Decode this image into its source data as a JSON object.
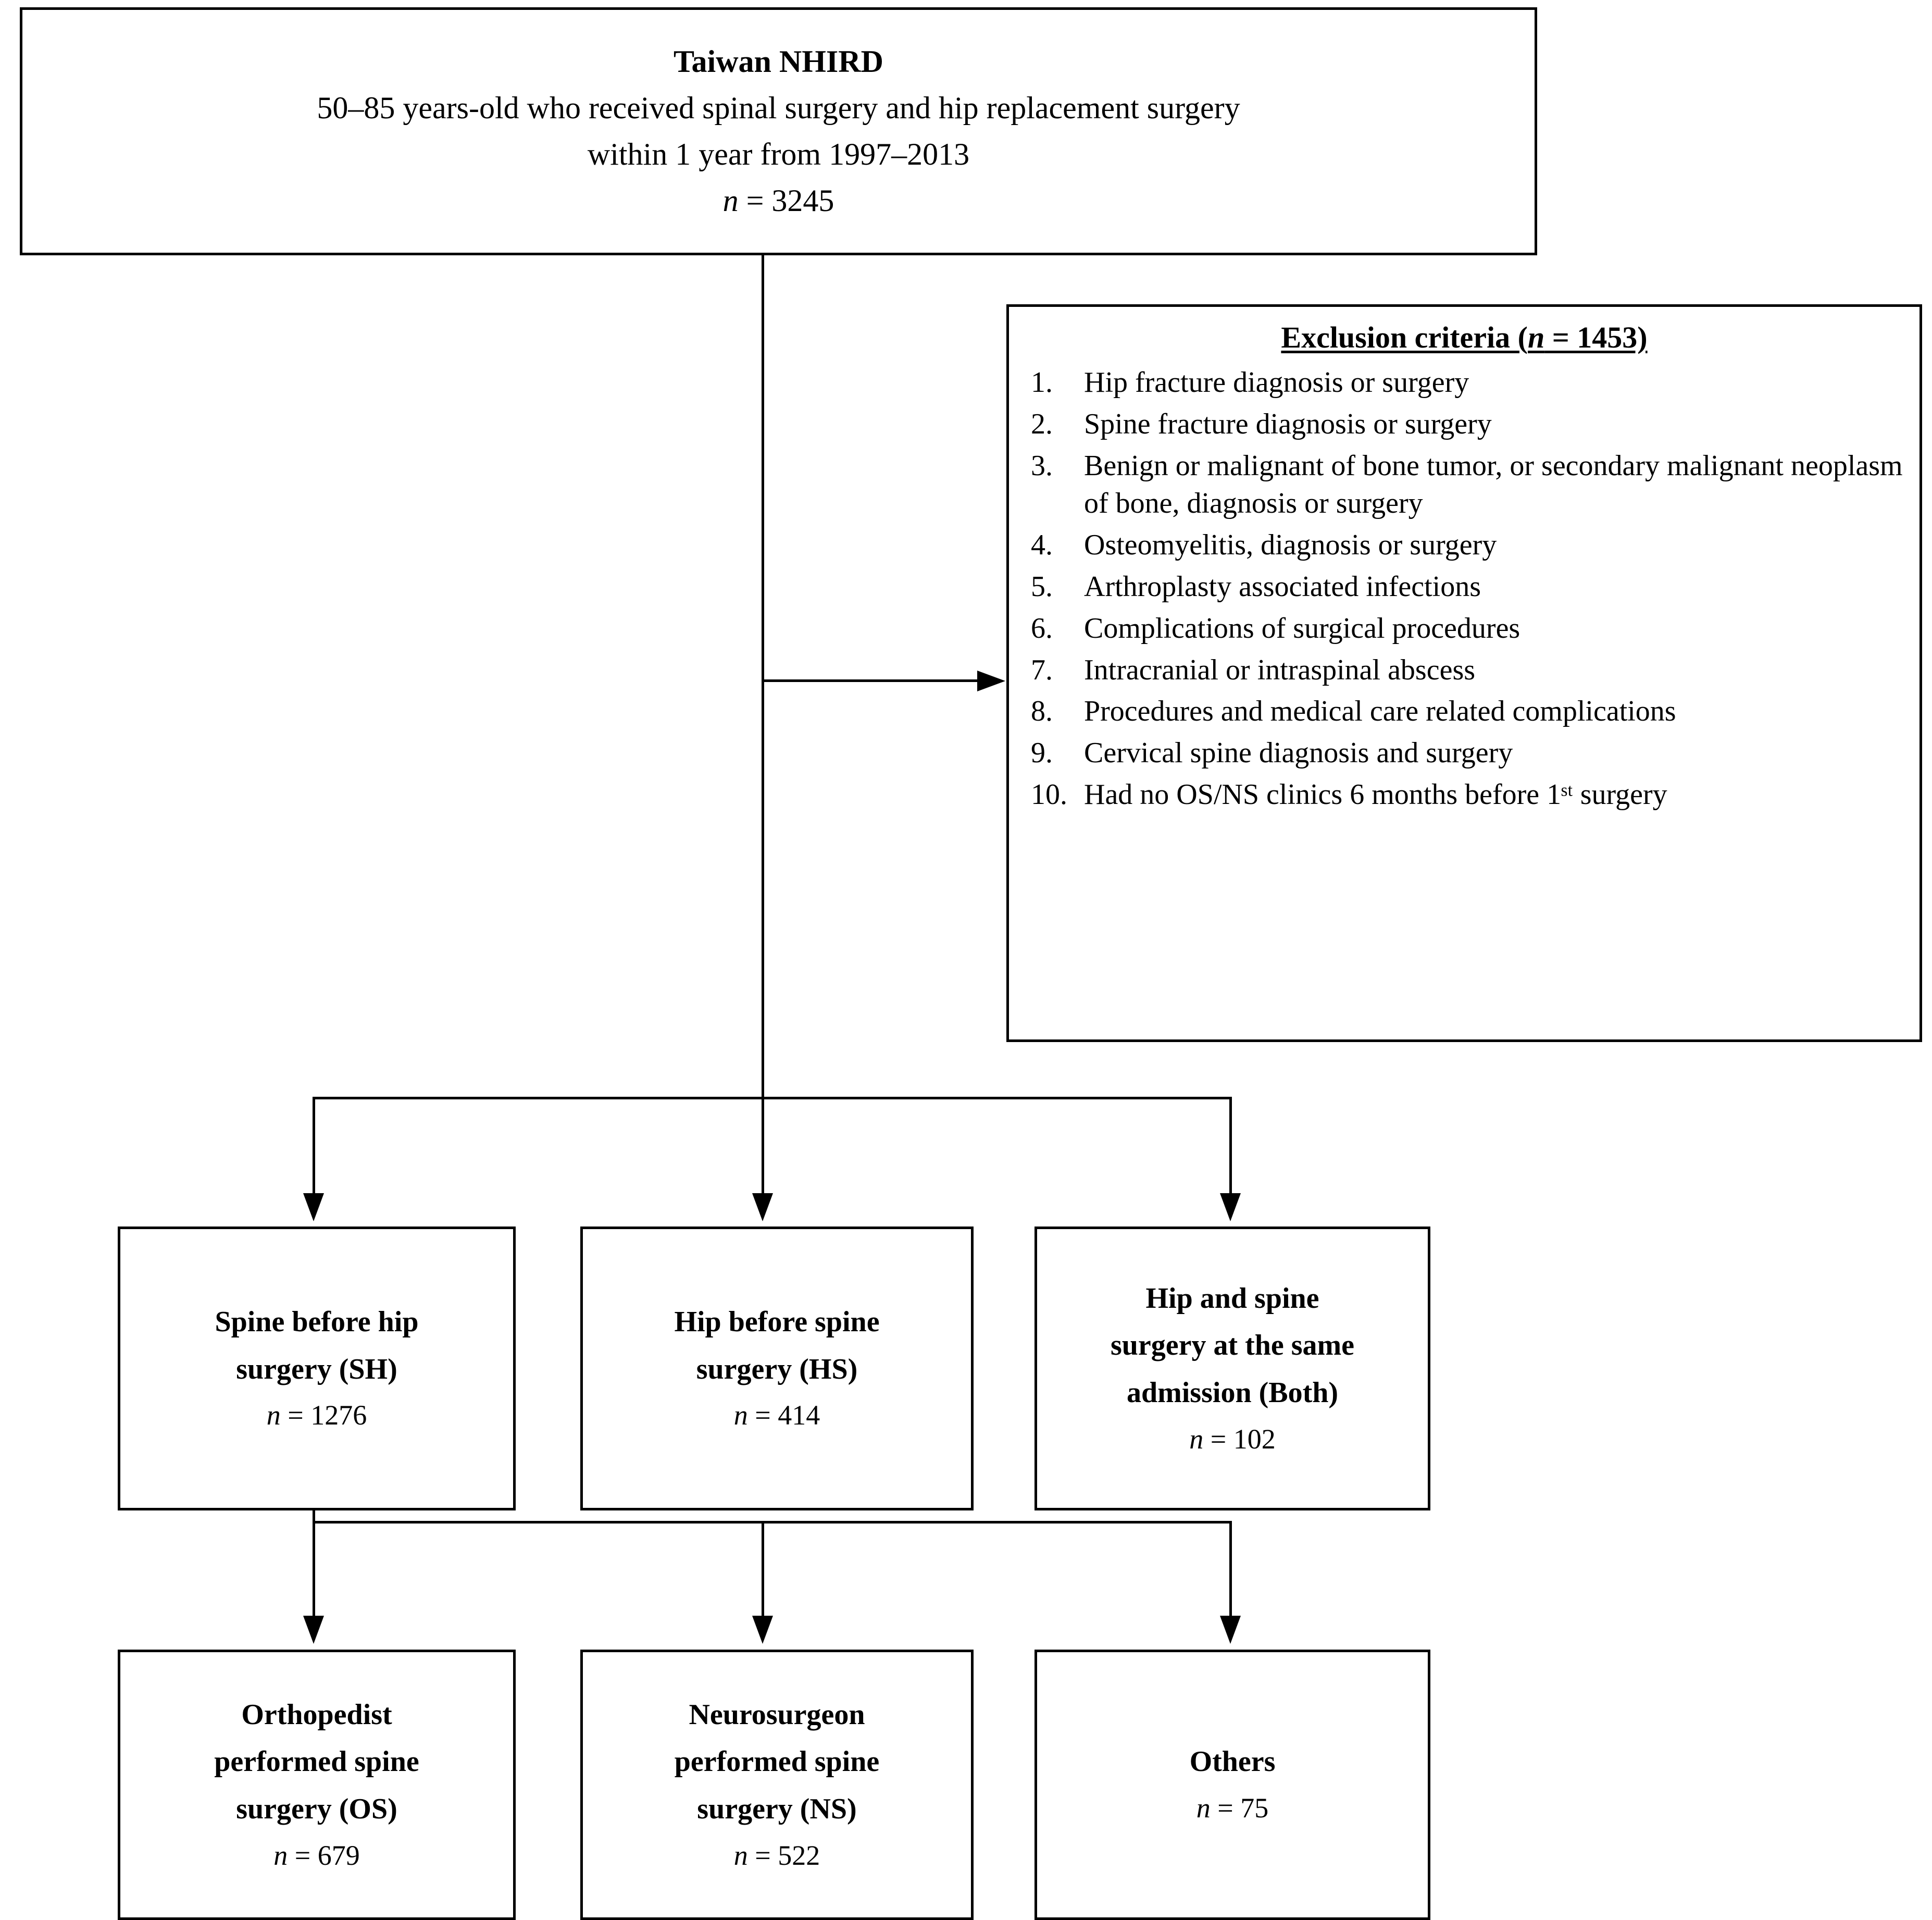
{
  "source": {
    "title": "Taiwan NHIRD",
    "line2": "50–85 years-old who received spinal surgery and hip replacement surgery",
    "line3": "within 1 year from 1997–2013",
    "count_prefix": "n",
    "count_value": " = 3245"
  },
  "exclusion": {
    "title_prefix": "Exclusion criteria (",
    "title_n": "n",
    "title_suffix": " = 1453)",
    "items": [
      {
        "num": "1.",
        "text": "Hip fracture diagnosis or surgery"
      },
      {
        "num": "2.",
        "text": "Spine fracture diagnosis or surgery"
      },
      {
        "num": "3.",
        "text": "Benign or malignant of bone tumor, or secondary malignant neoplasm of bone, diagnosis or surgery"
      },
      {
        "num": "4.",
        "text": "Osteomyelitis, diagnosis or surgery"
      },
      {
        "num": "5.",
        "text": "Arthroplasty associated infections"
      },
      {
        "num": "6.",
        "text": "Complications of surgical procedures"
      },
      {
        "num": "7.",
        "text": "Intracranial or intraspinal abscess"
      },
      {
        "num": "8.",
        "text": "Procedures and medical care related complications"
      },
      {
        "num": "9.",
        "text": "Cervical spine diagnosis and surgery"
      },
      {
        "num": "10.",
        "text": "Had no OS/NS clinics 6 months before 1ˢᵗ surgery"
      }
    ]
  },
  "groups": [
    {
      "title_line1": "Spine before hip",
      "title_line2": "surgery (SH)",
      "count_prefix": "n",
      "count_value": " = 1276"
    },
    {
      "title_line1": "Hip before spine",
      "title_line2": "surgery (HS)",
      "count_prefix": "n",
      "count_value": " = 414"
    },
    {
      "title_line1": "Hip and spine",
      "title_line2": "surgery at the same",
      "title_line3": "admission (Both)",
      "count_prefix": "n",
      "count_value": " = 102"
    }
  ],
  "surgeons": [
    {
      "title_line1": "Orthopedist",
      "title_line2": "performed spine",
      "title_line3": "surgery (OS)",
      "count_prefix": "n",
      "count_value": " = 679"
    },
    {
      "title_line1": "Neurosurgeon",
      "title_line2": "performed spine",
      "title_line3": "surgery (NS)",
      "count_prefix": "n",
      "count_value": " = 522"
    },
    {
      "title_line1": "Others",
      "count_prefix": "n",
      "count_value": " = 75"
    }
  ],
  "colors": {
    "line": "#000000",
    "background": "#ffffff",
    "text": "#000000"
  }
}
